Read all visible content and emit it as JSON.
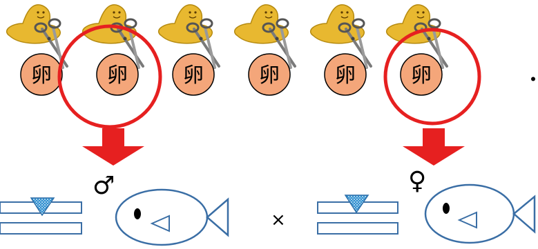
{
  "eggs": {
    "label": "卵",
    "count": 6,
    "selected": [
      1,
      5
    ],
    "colors": {
      "egg_fill": "#F4A67A",
      "egg_stroke": "#000000",
      "blob_fill": "#E8B830",
      "blob_stroke": "#B58A10"
    }
  },
  "selection": {
    "circle_color": "#E62020",
    "arrow_color": "#E62020"
  },
  "offspring": {
    "male_symbol": "♂",
    "female_symbol": "♀",
    "cross_symbol": "×",
    "colors": {
      "fish_stroke": "#3A6EA5",
      "fish_fill": "#FFFFFF",
      "slide_stroke": "#3A6EA5",
      "cone_fill": "#2E8FD0"
    }
  },
  "bullet": "・"
}
